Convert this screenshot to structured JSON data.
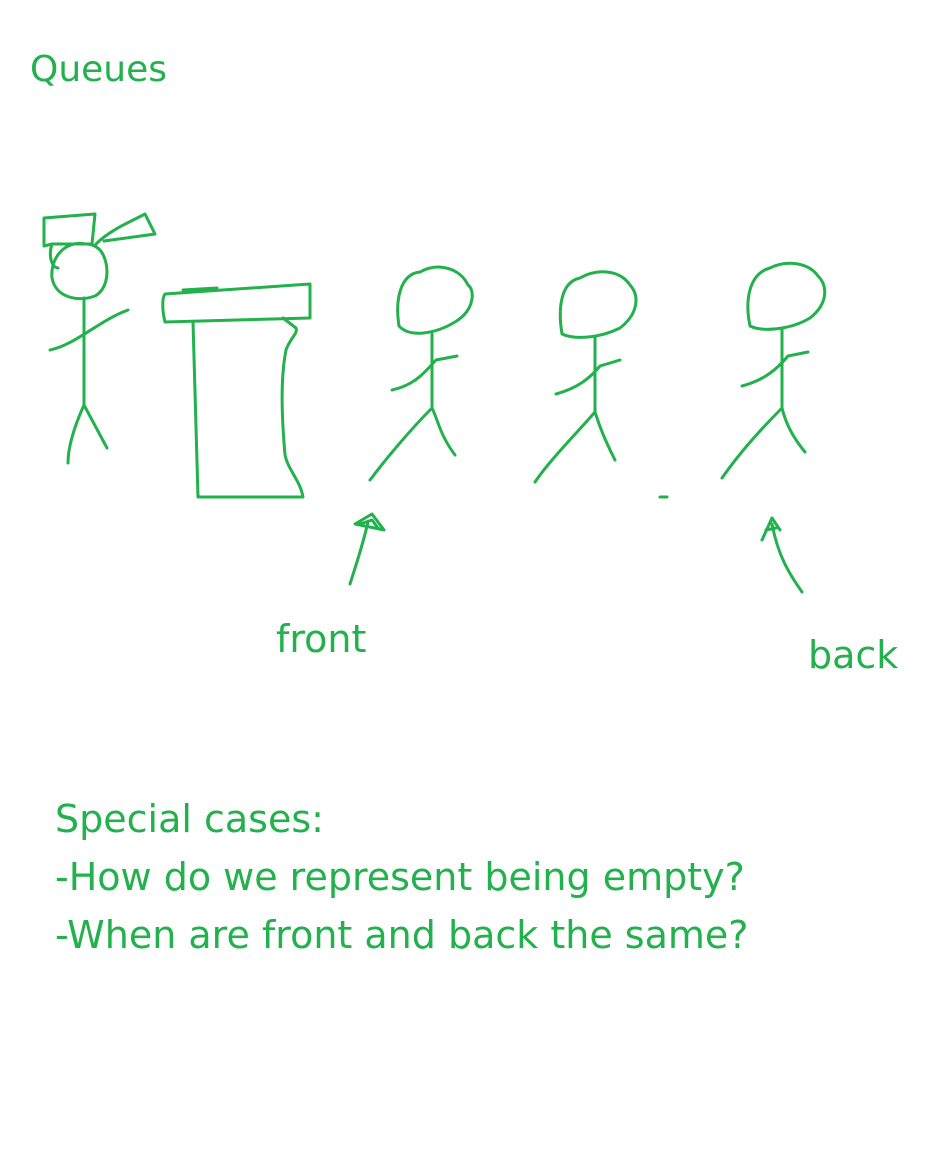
{
  "title": "Queues",
  "labels": {
    "front": "front",
    "back": "back"
  },
  "notes": [
    "Special cases:",
    "-How do we represent being empty?",
    "-When are front and back the same?"
  ],
  "colors": {
    "ink": "#22b14c",
    "background": "#ffffff"
  },
  "figures": [
    "cashier-stick-figure",
    "counter-drawing",
    "queue-person-1",
    "queue-person-2",
    "queue-person-3",
    "front-arrow",
    "back-arrow"
  ]
}
